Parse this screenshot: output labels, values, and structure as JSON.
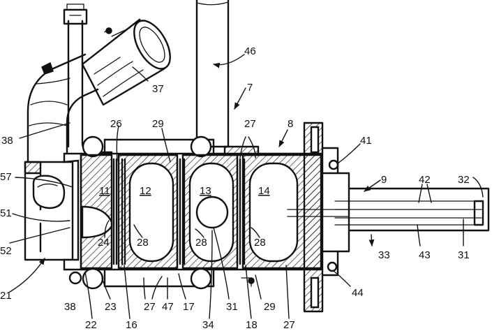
{
  "figure": {
    "labels": {
      "l46": "46",
      "l7": "7",
      "l37": "37",
      "l38a": "38",
      "l26": "26",
      "l29a": "29",
      "l27a": "27",
      "l8": "8",
      "l41": "41",
      "l9": "9",
      "l42": "42",
      "l32": "32",
      "l57": "57",
      "l11": "11",
      "l12": "12",
      "l13": "13",
      "l14": "14",
      "l51": "51",
      "l24": "24",
      "l28a": "28",
      "l28b": "28",
      "l28c": "28",
      "l52": "52",
      "l33": "33",
      "l43": "43",
      "l31a": "31",
      "l44": "44",
      "l21": "21",
      "l38b": "38",
      "l23": "23",
      "l27b": "27",
      "l47": "47",
      "l17": "17",
      "l31b": "31",
      "l29b": "29",
      "l22": "22",
      "l16": "16",
      "l34": "34",
      "l18": "18",
      "l27c": "27"
    }
  }
}
